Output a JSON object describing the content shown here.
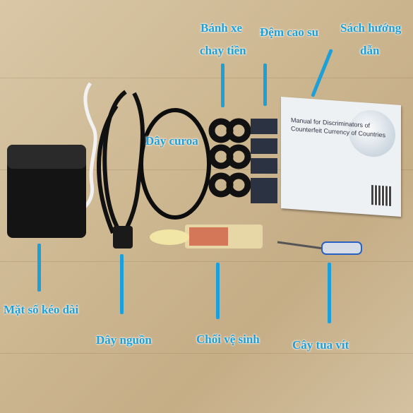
{
  "labels": {
    "display": "Mặt số kéo dài",
    "power": "Dây nguồn",
    "belt": "Dây curoa",
    "wheel_l1": "Bánh xe",
    "wheel_l2": "chay tiền",
    "rubber": "Đệm cao su",
    "manual_l1": "Sách hướng",
    "manual_l2": "dẫn",
    "brush": "Chổi vệ sinh",
    "screwdriver": "Cây tua vít"
  },
  "manual_cover": {
    "title": "Manual for Discriminators of Counterfeit Currency of Countries"
  },
  "colors": {
    "label_blue": "#1e9fd8"
  }
}
